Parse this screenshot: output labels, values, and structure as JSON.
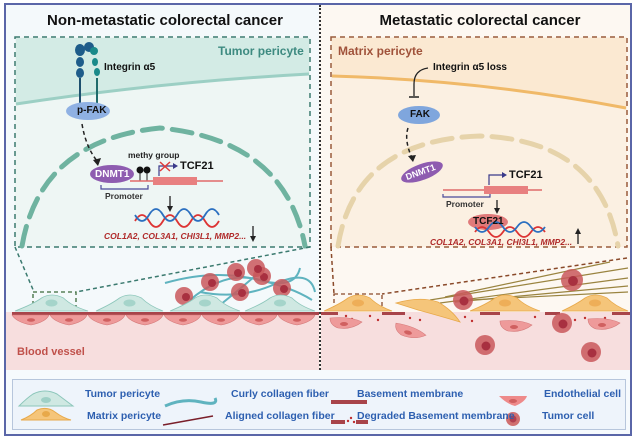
{
  "left_panel": {
    "title": "Non-metastatic colorectal cancer",
    "inset_label": "Tumor pericyte",
    "receptor_label": "Integrin α5",
    "kinase_label": "p-FAK",
    "enzyme_label": "DNMT1",
    "methyl_label": "methy group",
    "gene_label": "TCF21",
    "promoter_label": "Promoter",
    "targets_label": "COL1A2, COL3A1, CHI3L1, MMP2...",
    "targets_direction": "down",
    "vessel_label": "Blood vessel"
  },
  "right_panel": {
    "title": "Metastatic colorectal cancer",
    "inset_label": "Matrix pericyte",
    "receptor_label": "Integrin α5  loss",
    "kinase_label": "FAK",
    "enzyme_label": "DNMT1",
    "gene_label": "TCF21",
    "promoter_label": "Promoter",
    "tf_label": "TCF21",
    "targets_label": "COL1A2, COL3A1, CHI3L1, MMP2...",
    "targets_direction": "up"
  },
  "legend": {
    "items": [
      {
        "label": "Tumor pericyte",
        "icon": "tumor-pericyte-icon"
      },
      {
        "label": "Curly collagen fiber",
        "icon": "curly-collagen-icon"
      },
      {
        "label": "Basement membrane",
        "icon": "basement-membrane-icon"
      },
      {
        "label": "Endothelial cell",
        "icon": "endothelial-cell-icon"
      },
      {
        "label": "Matrix pericyte",
        "icon": "matrix-pericyte-icon"
      },
      {
        "label": "Aligned collagen fiber",
        "icon": "aligned-collagen-icon"
      },
      {
        "label": "Degraded Basement membrane",
        "icon": "degraded-membrane-icon"
      },
      {
        "label": "Tumor cell",
        "icon": "tumor-cell-icon"
      }
    ]
  },
  "colors": {
    "frame": "#5a66a8",
    "tumor_pericyte": "#cfe8e2",
    "matrix_pericyte": "#f5c57a",
    "dnmt1": "#8e5cb0",
    "fak": "#7fa6dd",
    "targets_text": "#b02a2a",
    "legend_text": "#2d5fb0",
    "vessel": "#f7dcdc",
    "tumor_cell": "#c9585c"
  }
}
